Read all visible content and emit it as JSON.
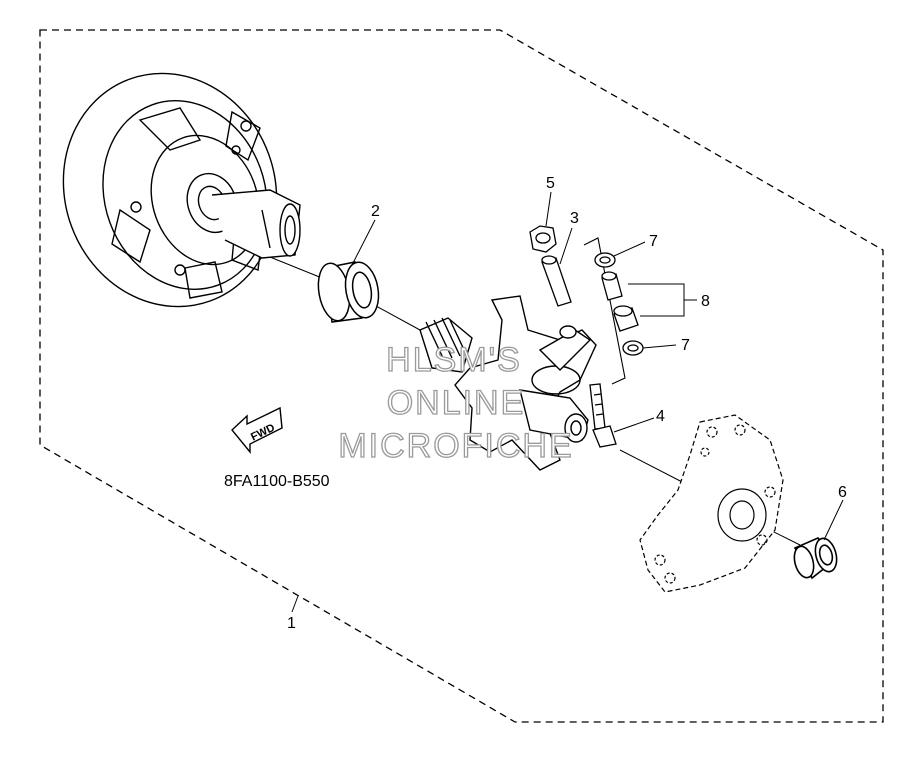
{
  "diagram": {
    "part_code": "8FA1100-B550",
    "fwd_label": "FWD",
    "watermark": [
      "HLSM'S",
      "ONLINE",
      "MICROFICHE"
    ],
    "callouts": [
      {
        "id": "c1",
        "label": "1"
      },
      {
        "id": "c2",
        "label": "2"
      },
      {
        "id": "c3",
        "label": "3"
      },
      {
        "id": "c4",
        "label": "4"
      },
      {
        "id": "c5",
        "label": "5"
      },
      {
        "id": "c6",
        "label": "6"
      },
      {
        "id": "c7a",
        "label": "7"
      },
      {
        "id": "c7b",
        "label": "7"
      },
      {
        "id": "c8",
        "label": "8"
      }
    ]
  }
}
